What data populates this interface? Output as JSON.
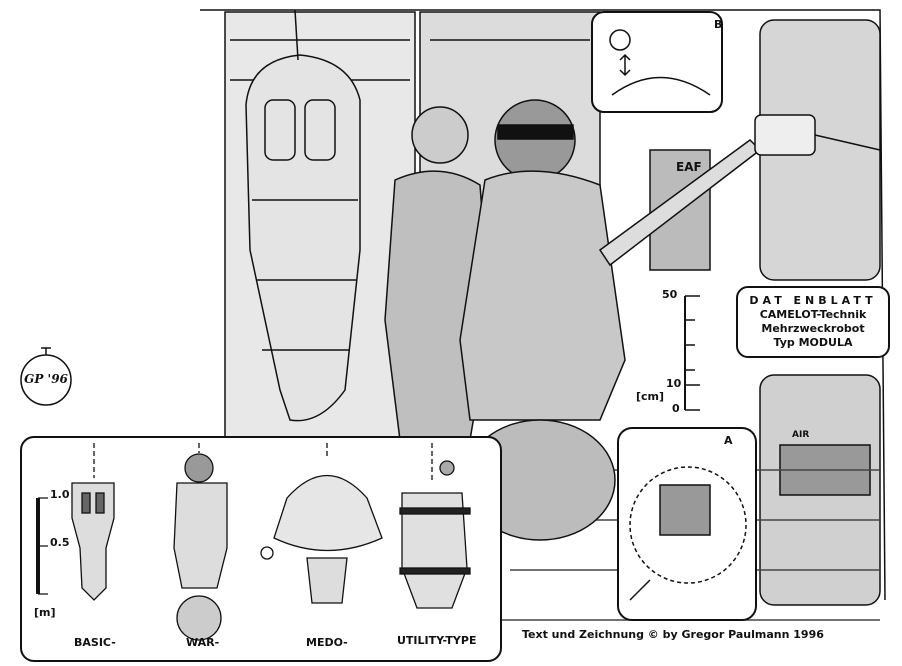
{
  "datasheet": {
    "title": "DAT ENBLATT",
    "line1": "CAMELOT-Technik",
    "line2": "Mehrzweckrobot",
    "line3": "Typ MODULA"
  },
  "inset_labels": {
    "a": "A",
    "b": "B"
  },
  "cm_scale": {
    "v50": "50",
    "v10": "10",
    "unit": "[cm]",
    "v0": "0"
  },
  "wall_labels": {
    "panel": "EAF",
    "vent": "AIR"
  },
  "signature": "GP '96",
  "types_panel": {
    "scale_top": "1.0",
    "scale_mid": "0.5",
    "unit": "[m]",
    "types": [
      "BASIC-",
      "WAR-",
      "MEDO-",
      "UTILITY-TYPE"
    ]
  },
  "credit": "Text und Zeichnung  © by Gregor Paulmann 1996"
}
